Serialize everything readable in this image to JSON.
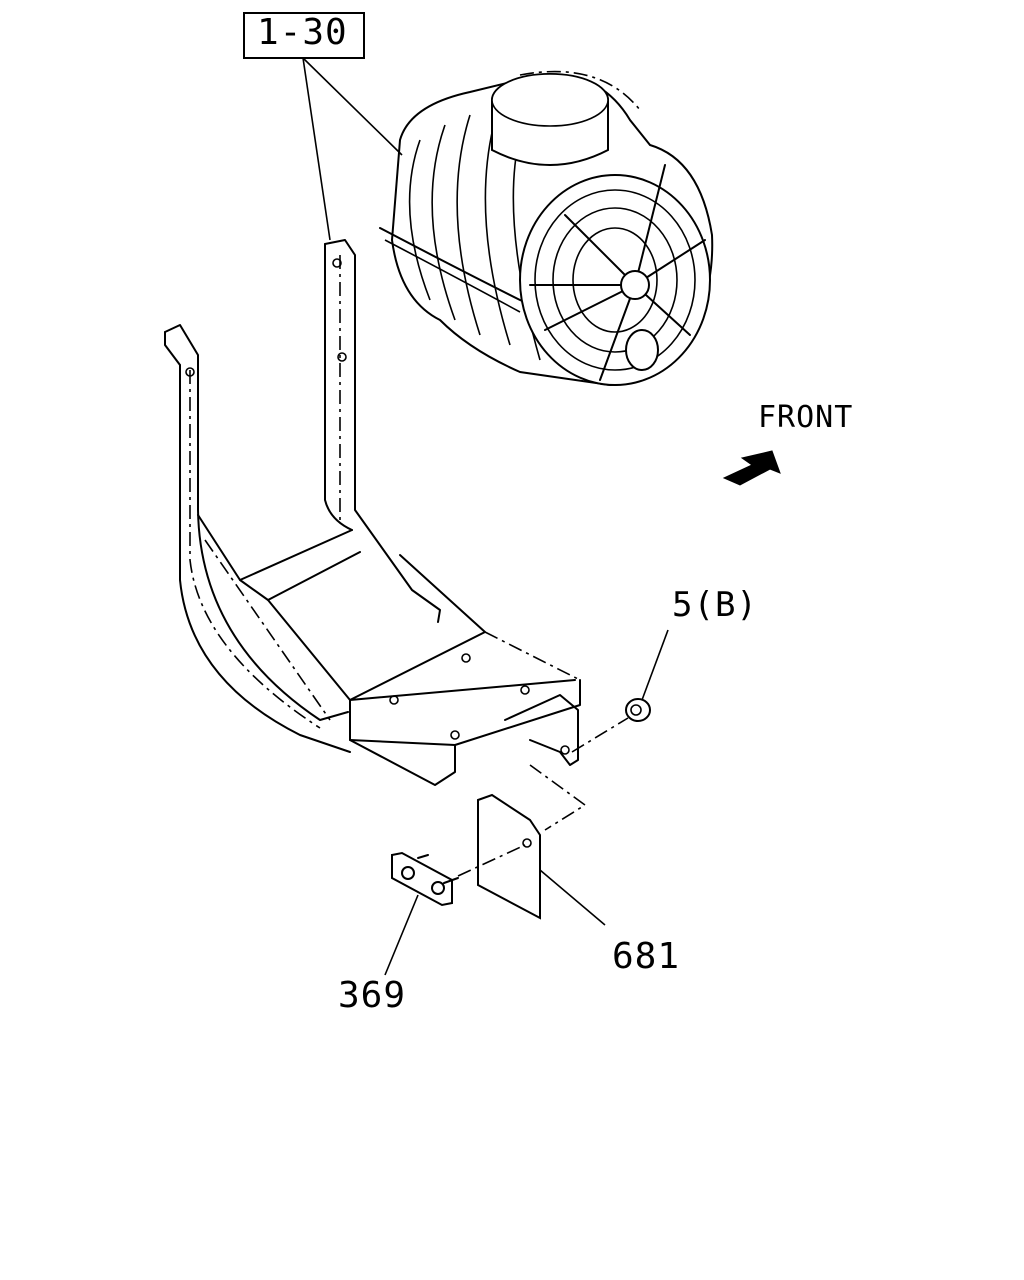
{
  "callouts": {
    "ref_air_cleaner": "1-30",
    "nut": "5(B)",
    "bracket": "681",
    "bolt": "369"
  },
  "orientation": {
    "front_label": "FRONT",
    "icon": "arrow-icon"
  },
  "colors": {
    "ink": "#000000",
    "paper": "#ffffff"
  }
}
